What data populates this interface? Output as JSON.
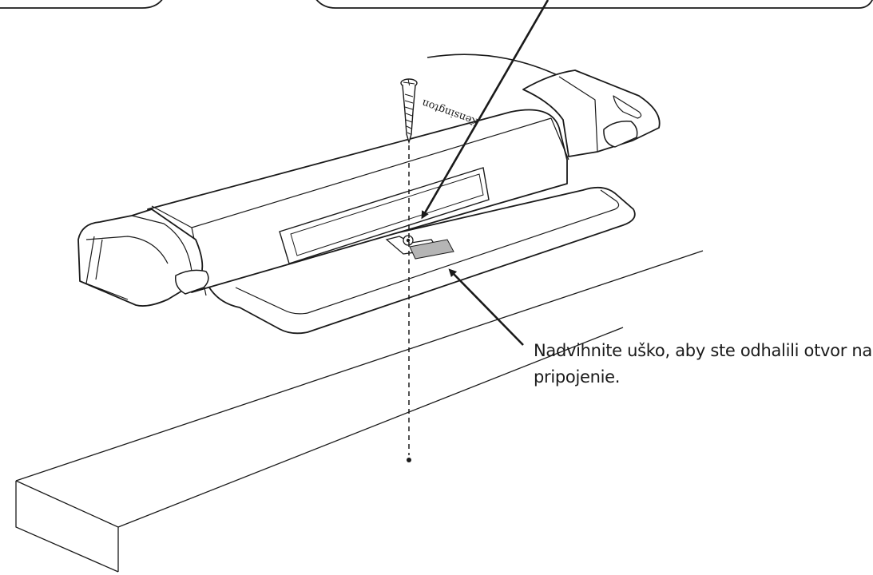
{
  "callouts": {
    "lift_tab": {
      "line1": "Nadvihnite uško, aby ste odhalili otvor na",
      "line2": "pripojenie."
    }
  },
  "device": {
    "brand": "Kensington"
  },
  "colors": {
    "stroke": "#1a1a1a",
    "tab_fill": "#b5b5b5",
    "background": "#ffffff"
  },
  "icons": [
    "screw-icon",
    "arrow-icon"
  ]
}
